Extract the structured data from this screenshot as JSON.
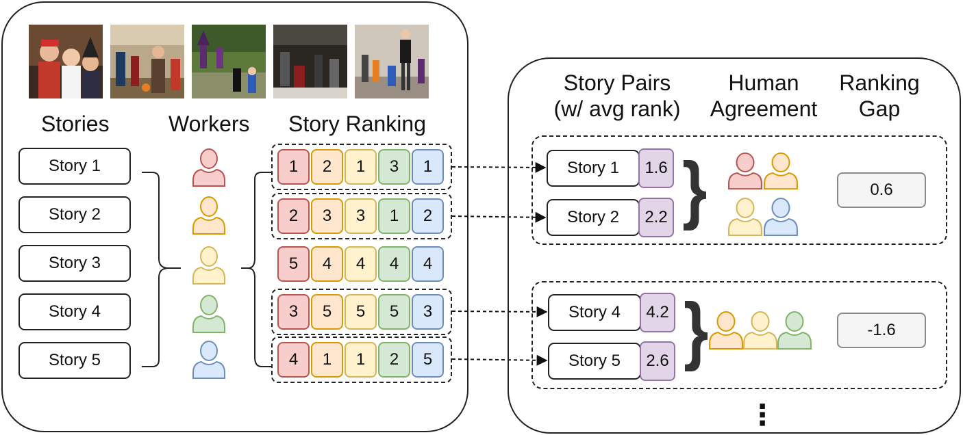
{
  "left_panel": {
    "headers": {
      "stories": "Stories",
      "workers": "Workers",
      "ranking": "Story Ranking"
    },
    "photos": [
      "photo-1",
      "photo-2",
      "photo-3",
      "photo-4",
      "photo-5"
    ],
    "stories": [
      "Story 1",
      "Story 2",
      "Story 3",
      "Story 4",
      "Story 5"
    ],
    "worker_colors": [
      "red",
      "orange",
      "yellow",
      "green",
      "blue"
    ],
    "rankings": [
      [
        "1",
        "2",
        "1",
        "3",
        "1"
      ],
      [
        "2",
        "3",
        "3",
        "1",
        "2"
      ],
      [
        "5",
        "4",
        "4",
        "4",
        "4"
      ],
      [
        "3",
        "5",
        "5",
        "5",
        "3"
      ],
      [
        "4",
        "1",
        "1",
        "2",
        "5"
      ]
    ]
  },
  "right_panel": {
    "headers": {
      "pairs_line1": "Story Pairs",
      "pairs_line2": "(w/ avg rank)",
      "agreement_line1": "Human",
      "agreement_line2": "Agreement",
      "gap_line1": "Ranking",
      "gap_line2": "Gap"
    },
    "pairs": [
      {
        "story_a": "Story 1",
        "avg_a": "1.6",
        "story_b": "Story 2",
        "avg_b": "2.2",
        "gap": "0.6"
      },
      {
        "story_a": "Story 4",
        "avg_a": "4.2",
        "story_b": "Story 5",
        "avg_b": "2.6",
        "gap": "-1.6"
      }
    ],
    "ellipsis": "⋮"
  },
  "colors": {
    "red": {
      "fill": "#f8cecc",
      "stroke": "#b85450"
    },
    "orange": {
      "fill": "#ffe6cc",
      "stroke": "#d79b00"
    },
    "yellow": {
      "fill": "#fff2cc",
      "stroke": "#d6b656"
    },
    "green": {
      "fill": "#d5e8d4",
      "stroke": "#82b366"
    },
    "blue": {
      "fill": "#dae8fc",
      "stroke": "#6c8ebf"
    },
    "purple": {
      "fill": "#e1d5e7",
      "stroke": "#9673a6"
    }
  }
}
